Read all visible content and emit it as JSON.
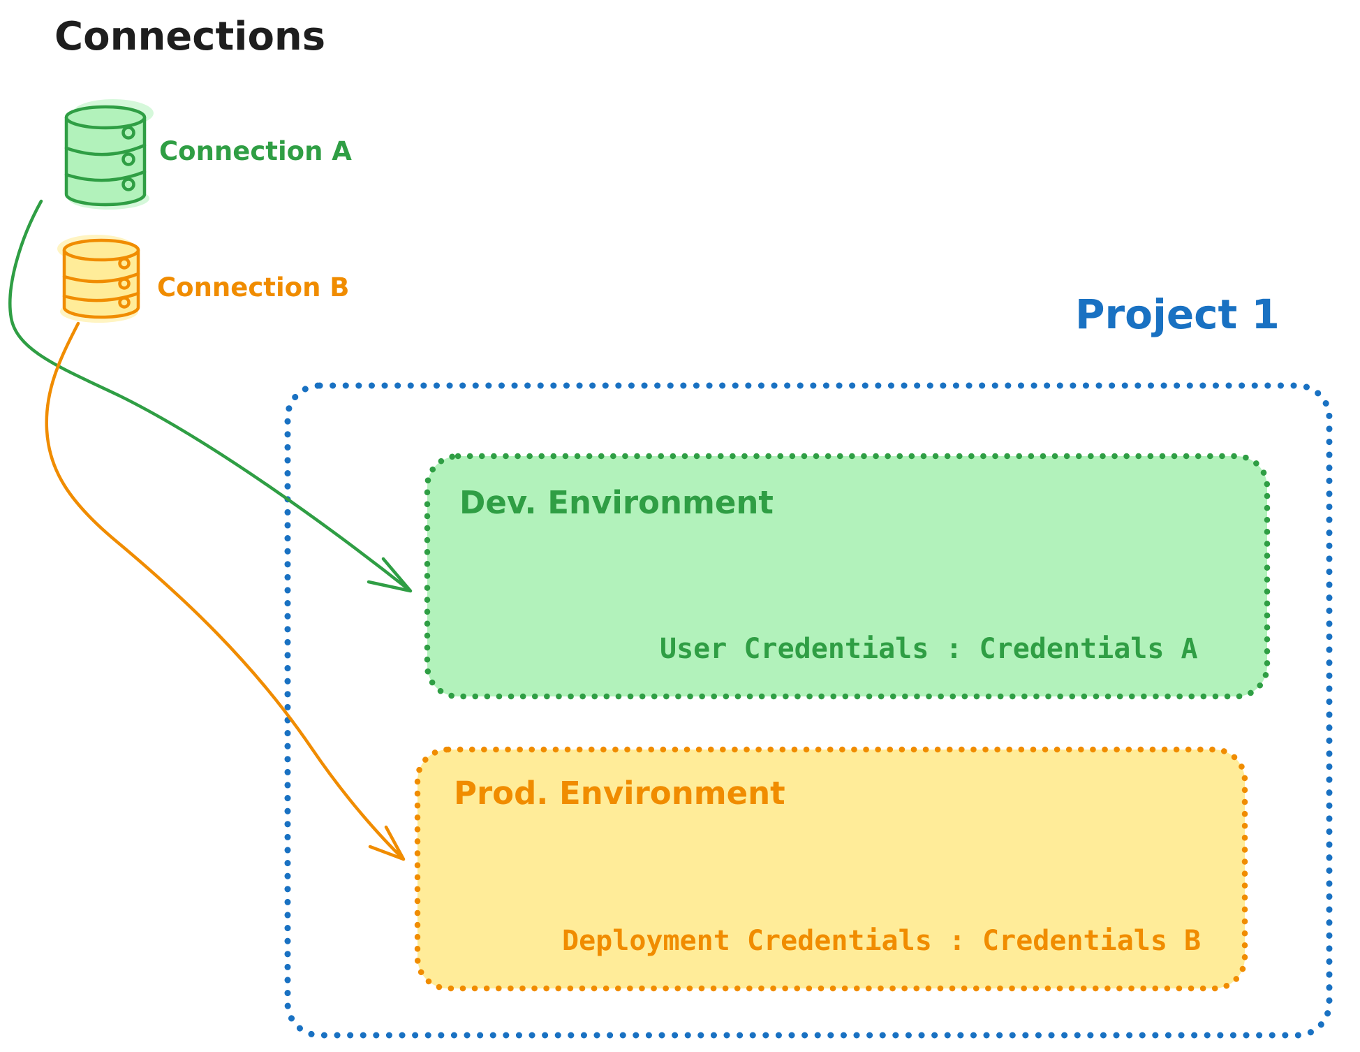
{
  "title": "Connections",
  "colors": {
    "black": "#1e1e1e",
    "green_stroke": "#2f9e44",
    "green_fill": "#b2f2bb",
    "orange_stroke": "#f08c00",
    "orange_fill": "#ffec99",
    "blue_stroke": "#1971c2"
  },
  "connections": [
    {
      "label": "Connection A",
      "icon": "database-icon",
      "color": "#2f9e44"
    },
    {
      "label": "Connection B",
      "icon": "database-icon",
      "color": "#f08c00"
    }
  ],
  "project": {
    "title": "Project 1",
    "environments": [
      {
        "name": "Dev. Environment",
        "credential_text": "User Credentials : Credentials A",
        "linked_connection": "Connection A",
        "color": "#2f9e44"
      },
      {
        "name": "Prod. Environment",
        "credential_text": "Deployment Credentials : Credentials B",
        "linked_connection": "Connection B",
        "color": "#f08c00"
      }
    ]
  }
}
